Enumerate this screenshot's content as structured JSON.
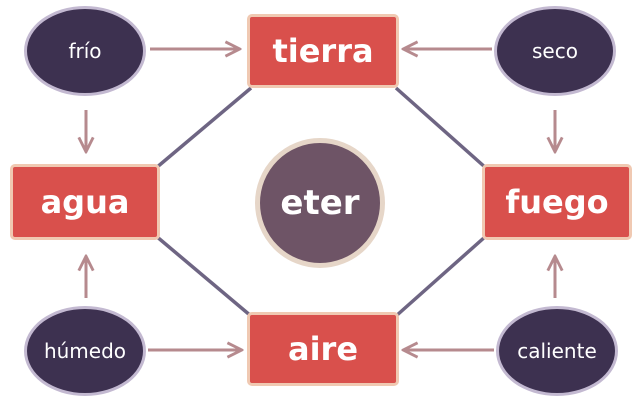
{
  "elements": {
    "tierra": "tierra",
    "agua": "agua",
    "fuego": "fuego",
    "aire": "aire"
  },
  "qualities": {
    "frio": "frío",
    "seco": "seco",
    "humedo": "húmedo",
    "caliente": "caliente"
  },
  "center": "eter",
  "colors": {
    "element_fill": "#d9504c",
    "element_border": "#f0c9b2",
    "quality_fill": "#3d3150",
    "quality_border": "#c3b9d1",
    "center_fill": "#6e5466",
    "center_border": "#e6d6c8",
    "edge": "#6e6583",
    "arrow": "#b68a8e"
  },
  "arrows": [
    {
      "from": "frío",
      "to": "tierra"
    },
    {
      "from": "seco",
      "to": "tierra"
    },
    {
      "from": "frío",
      "to": "agua"
    },
    {
      "from": "seco",
      "to": "fuego"
    },
    {
      "from": "húmedo",
      "to": "agua"
    },
    {
      "from": "caliente",
      "to": "fuego"
    },
    {
      "from": "húmedo",
      "to": "aire"
    },
    {
      "from": "caliente",
      "to": "aire"
    }
  ]
}
